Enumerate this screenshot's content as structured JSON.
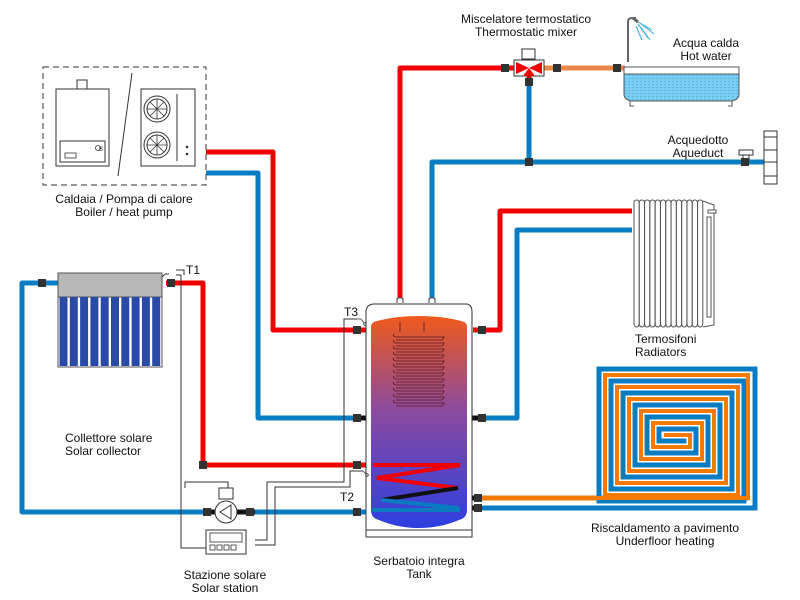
{
  "diagram": {
    "title": "Solar thermal heating system schematic",
    "colors": {
      "hot_pipe": "#f20000",
      "cold_pipe": "#0a7cc2",
      "mixed_pipe": "#e8894a",
      "floor_hot": "#f57a00",
      "floor_cold": "#0a7cc2",
      "fitting": "#333333",
      "collector_tube": "#2a4aa8",
      "collector_header": "#b8b8b8",
      "tank_top": "#ef5a1c",
      "tank_bottom": "#2d3fe0",
      "bath_water": "#6ec6f0"
    },
    "components": {
      "boiler": {
        "label_it": "Caldaia / Pompa di calore",
        "label_en": "Boiler / heat pump",
        "icons": [
          "boiler-icon",
          "heat-pump-icon"
        ]
      },
      "mixer": {
        "label_it": "Miscelatore termostatico",
        "label_en": "Thermostatic mixer"
      },
      "hot_water": {
        "label_it": "Acqua calda",
        "label_en": "Hot water"
      },
      "aqueduct": {
        "label_it": "Acquedotto",
        "label_en": "Aqueduct"
      },
      "radiators": {
        "label_it": "Termosifoni",
        "label_en": "Radiators"
      },
      "underfloor": {
        "label_it": "Riscaldamento a pavimento",
        "label_en": "Underfloor heating"
      },
      "collector": {
        "label_it": "Collettore solare",
        "label_en": "Solar collector"
      },
      "solar_station": {
        "label_it": "Stazione solare",
        "label_en": "Solar station"
      },
      "tank": {
        "label_it": "Serbatoio integra",
        "label_en": "Tank"
      }
    },
    "sensors": {
      "t1": "T1",
      "t2": "T2",
      "t3": "T3"
    }
  }
}
